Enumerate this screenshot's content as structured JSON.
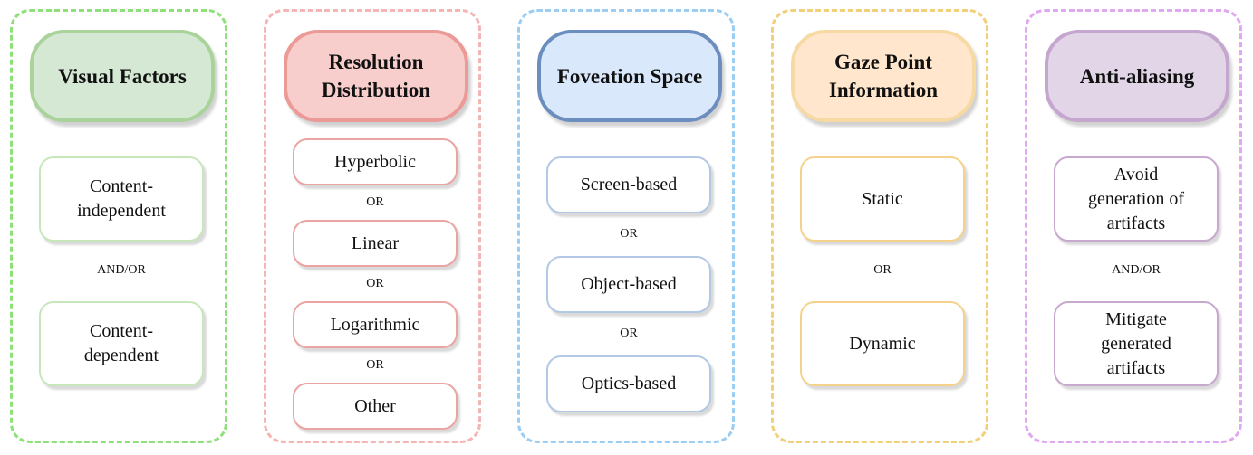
{
  "columns": [
    {
      "header": "Visual Factors",
      "colors": {
        "dash": "#8fe07a",
        "fill": "#d5e8d4",
        "stroke": "#a9d39a",
        "opt": "#c8e6bb"
      },
      "options": [
        "Content-\nindependent",
        "Content-\ndependent"
      ],
      "connectors": [
        "AND/OR"
      ]
    },
    {
      "header": "Resolution\nDistribution",
      "colors": {
        "dash": "#f4b6b4",
        "fill": "#f8cecc",
        "stroke": "#ec9a98",
        "opt": "#eaa5a3"
      },
      "options": [
        "Hyperbolic",
        "Linear",
        "Logarithmic",
        "Other"
      ],
      "connectors": [
        "OR",
        "OR",
        "OR"
      ]
    },
    {
      "header": "Foveation Space",
      "colors": {
        "dash": "#9ccdf2",
        "fill": "#dae8fc",
        "stroke": "#6c8ebf",
        "opt": "#b3c8e4"
      },
      "options": [
        "Screen-based",
        "Object-based",
        "Optics-based"
      ],
      "connectors": [
        "OR",
        "OR"
      ]
    },
    {
      "header": "Gaze Point\nInformation",
      "colors": {
        "dash": "#f2cf7a",
        "fill": "#ffe6cc",
        "stroke": "#f7d9a4",
        "opt": "#f5d28c"
      },
      "options": [
        "Static",
        "Dynamic"
      ],
      "connectors": [
        "OR"
      ]
    },
    {
      "header": "Anti-aliasing",
      "colors": {
        "dash": "#e0a8f0",
        "fill": "#e1d5e7",
        "stroke": "#c4a6cf",
        "opt": "#c8a8cf"
      },
      "options": [
        "Avoid\ngeneration of\nartifacts",
        "Mitigate\ngenerated\nartifacts"
      ],
      "connectors": [
        "AND/OR"
      ]
    }
  ]
}
